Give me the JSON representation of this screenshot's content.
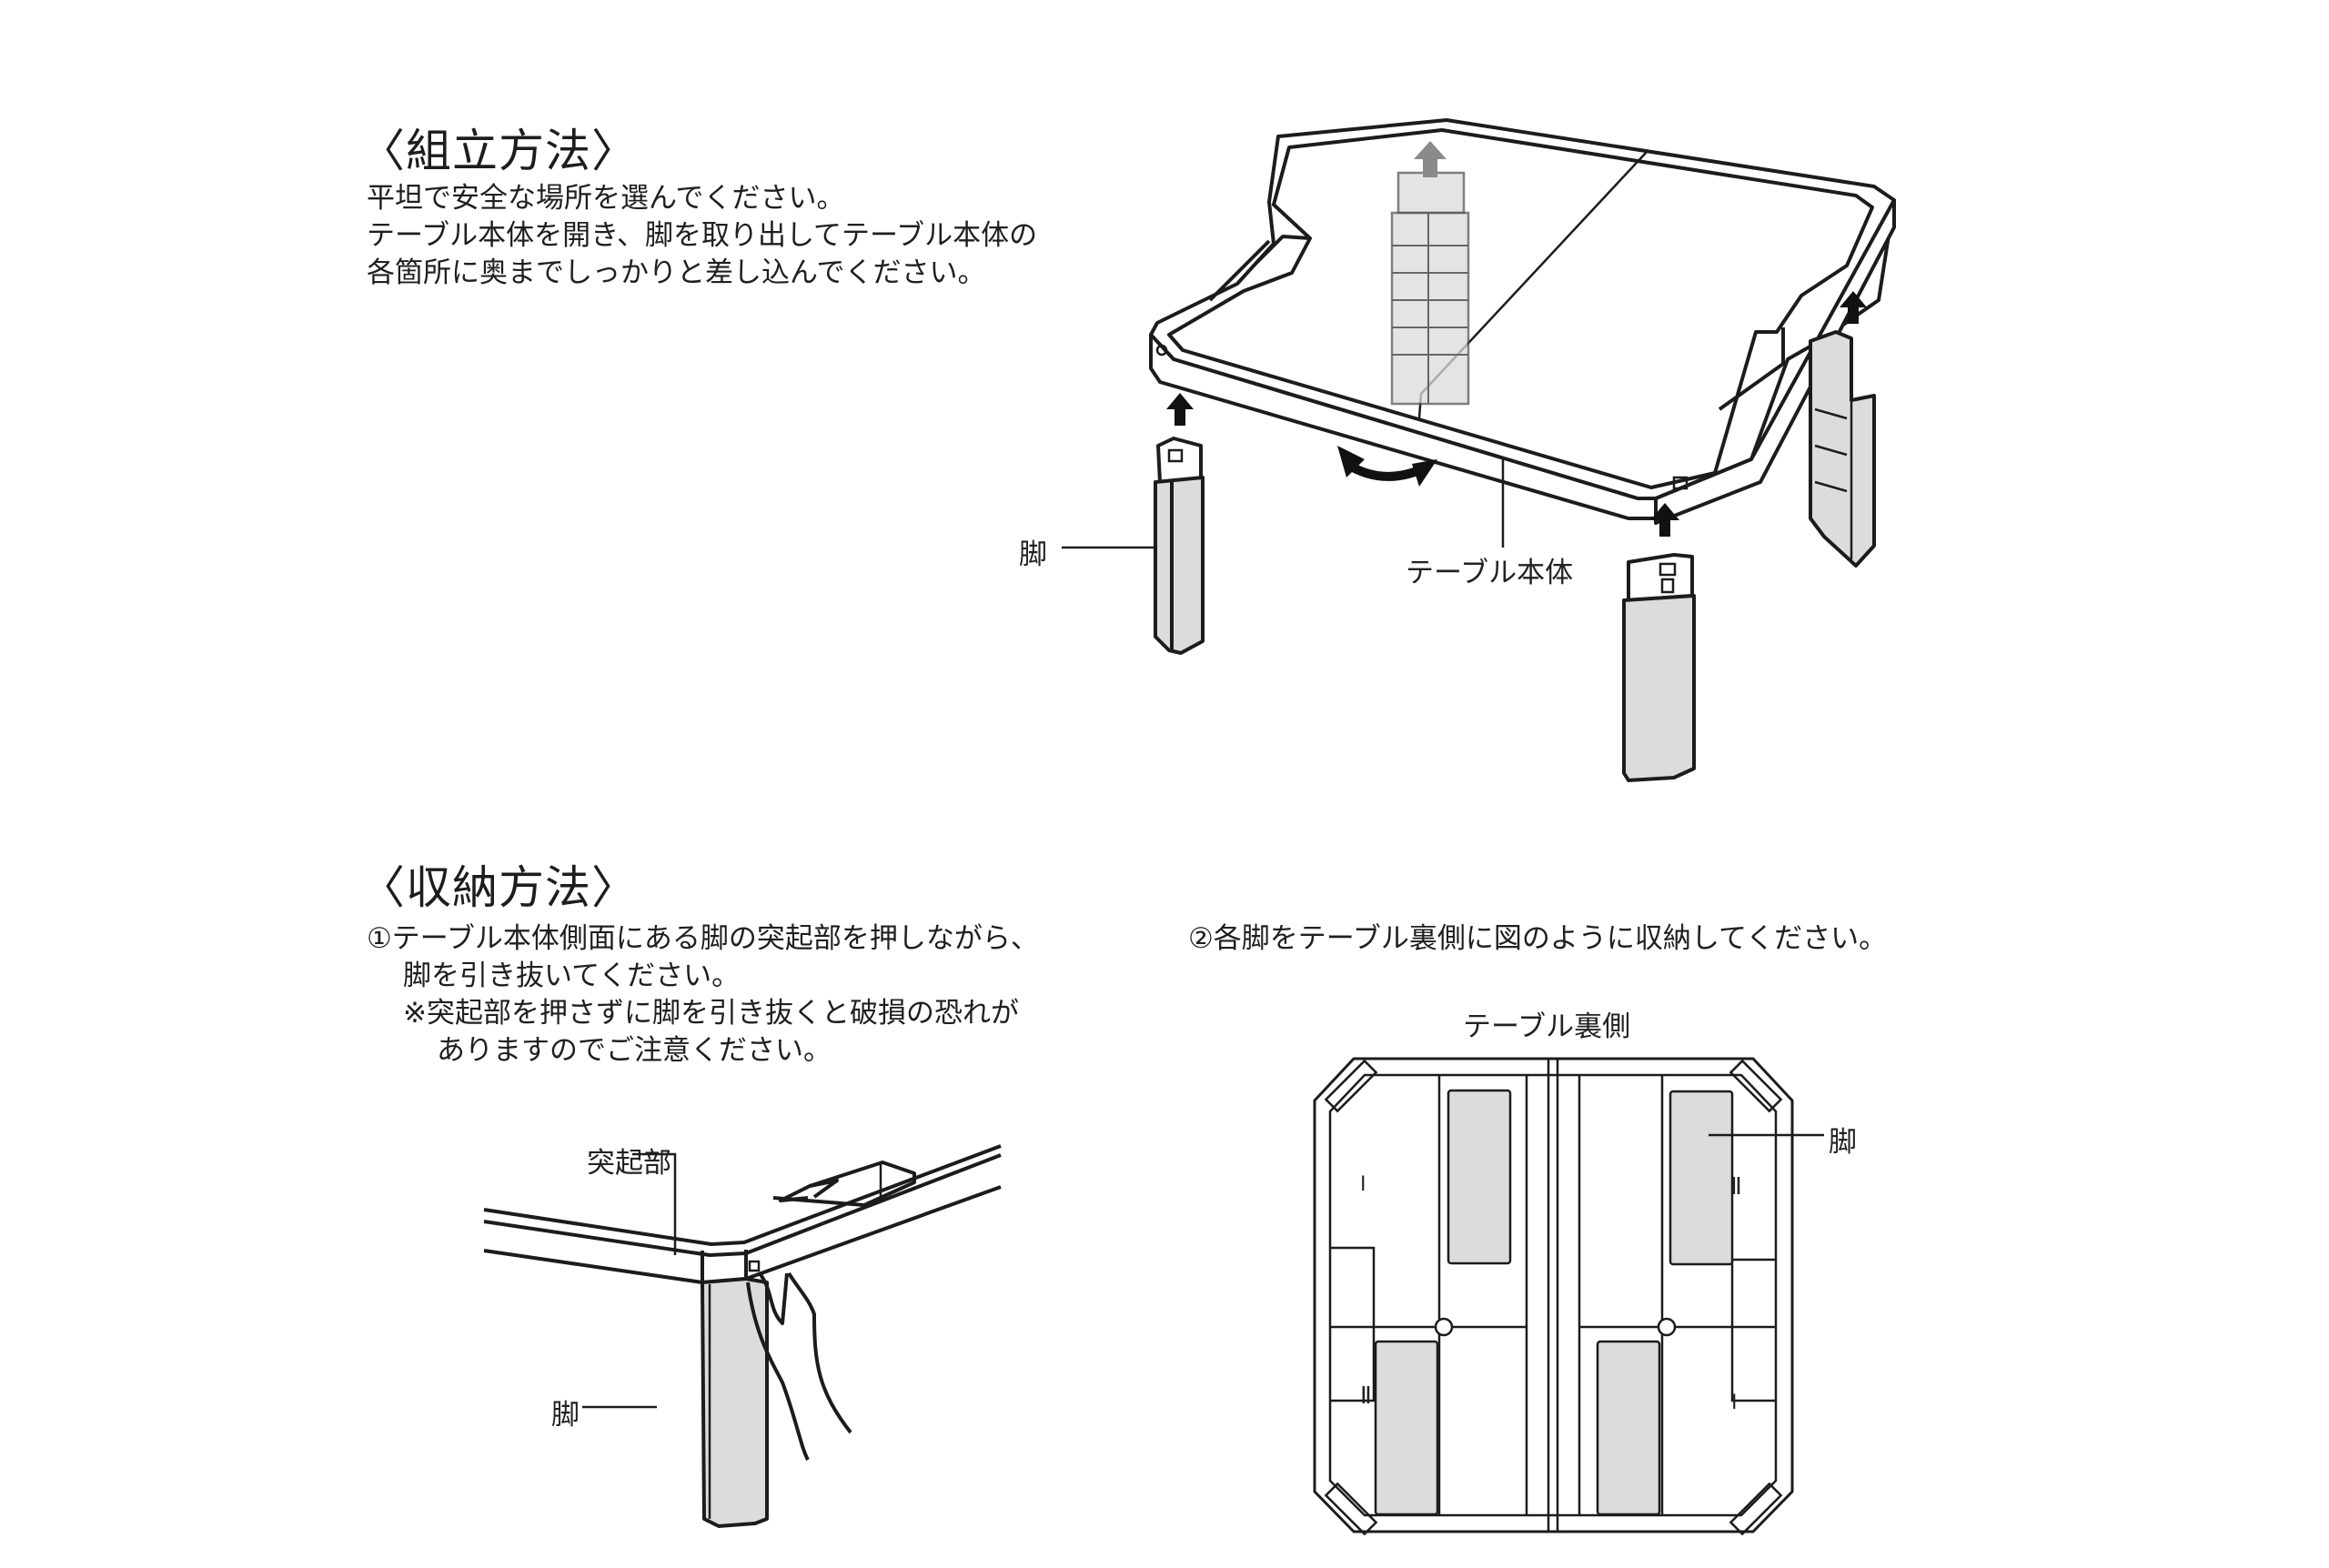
{
  "assembly": {
    "title": "〈組立方法〉",
    "lines": [
      "平坦で安全な場所を選んでください。",
      "テーブル本体を開き、脚を取り出してテーブル本体の",
      "各箇所に奥までしっかりと差し込んでください。"
    ],
    "diagram": {
      "leg_label": "脚",
      "body_label": "テーブル本体",
      "icons": [
        "up-arrow-icon",
        "rotate-double-arrow-icon"
      ]
    }
  },
  "storage": {
    "title": "〈収納方法〉",
    "step1": {
      "lines": [
        "①テーブル本体側面にある脚の突起部を押しながら、",
        "脚を引き抜いてください。"
      ],
      "note_lines": [
        "※突起部を押さずに脚を引き抜くと破損の恐れが",
        "ありますのでご注意ください。"
      ],
      "diagram": {
        "protrusion_label": "突起部",
        "leg_label": "脚"
      }
    },
    "step2": {
      "line": "②各脚をテーブル裏側に図のように収納してください。",
      "diagram": {
        "title": "テーブル裏側",
        "leg_label": "脚",
        "slot_marks": [
          "Ⅰ",
          "Ⅱ",
          "Ⅱ",
          "Ⅰ"
        ]
      }
    }
  }
}
